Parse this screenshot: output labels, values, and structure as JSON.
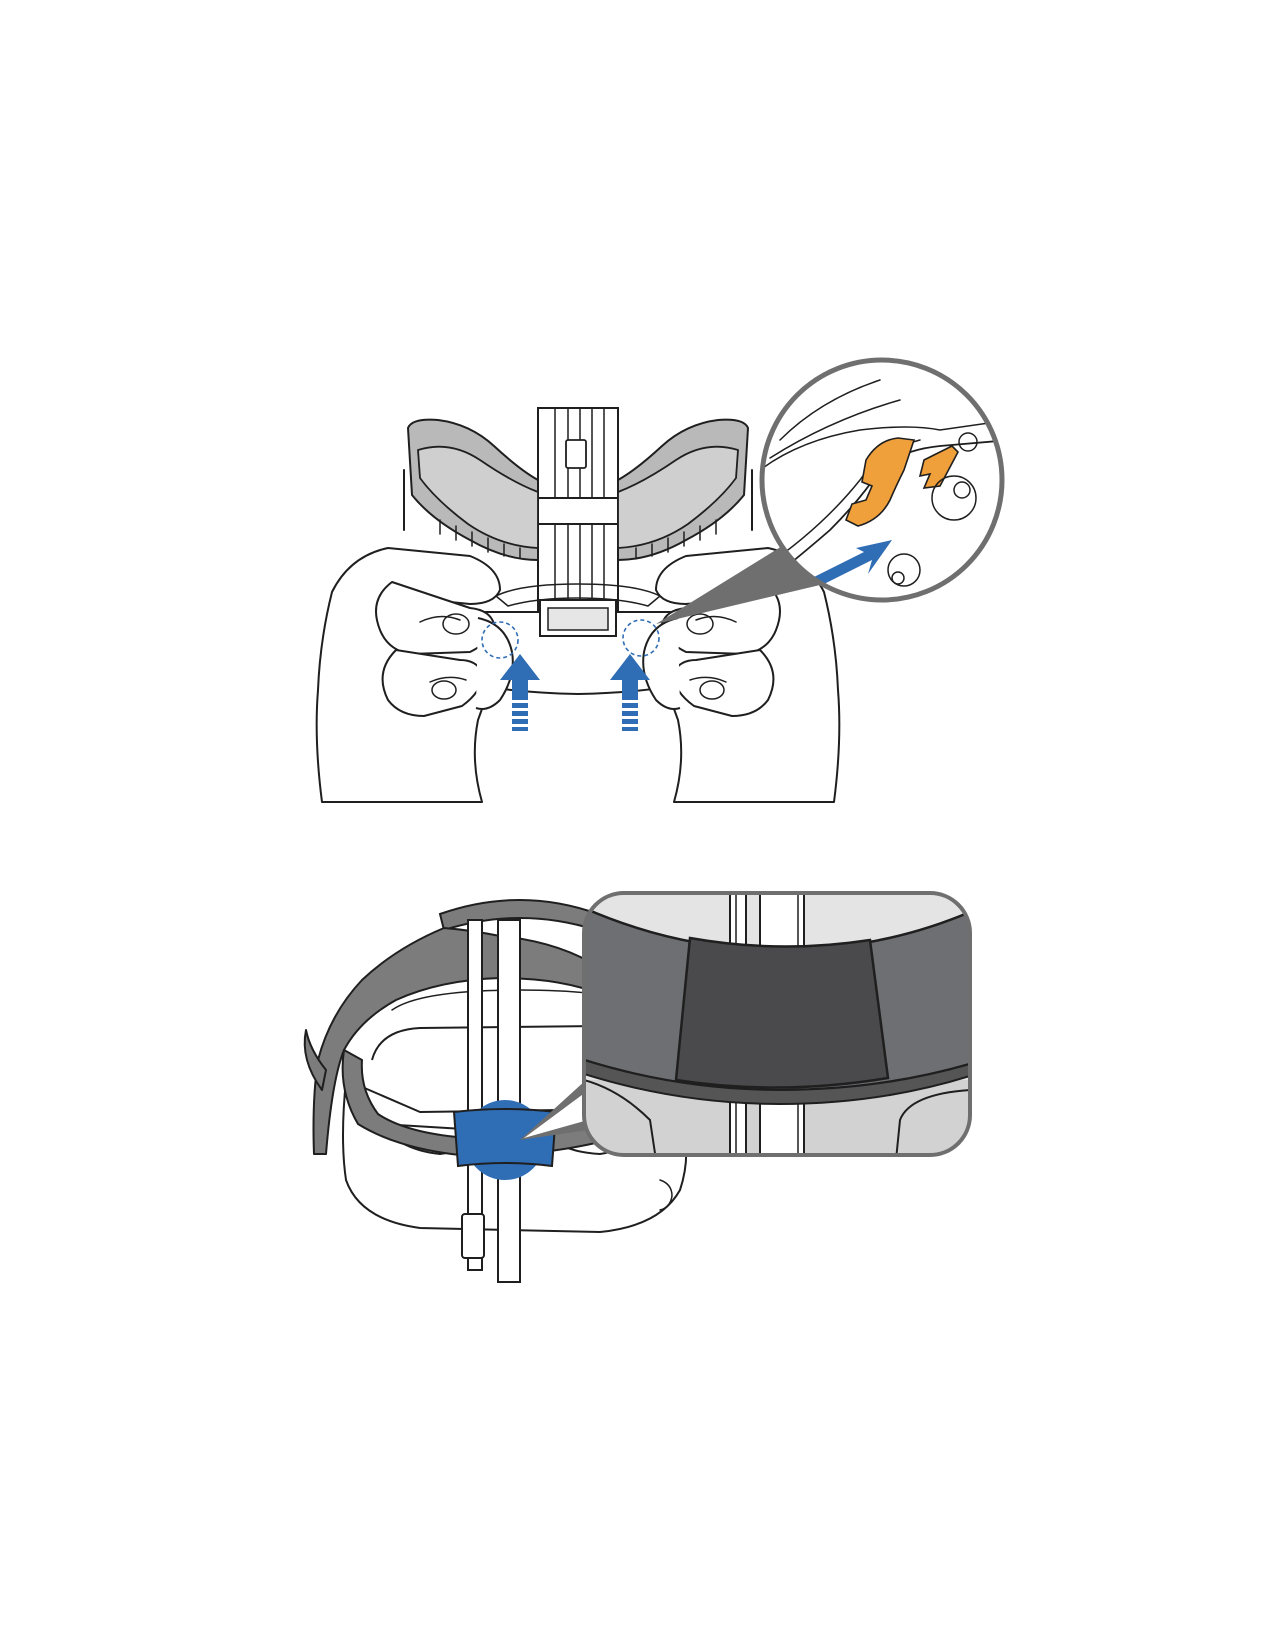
{
  "figure": {
    "steps": [
      {
        "id": "step-release-face-cushion",
        "arrows": [
          "left-upward-arrow",
          "right-upward-arrow"
        ],
        "callout": "circular-zoom-tab"
      },
      {
        "id": "step-strap-clip",
        "callout": "rounded-zoom-strap-clip"
      }
    ],
    "colors": {
      "arrow_blue": "#2f6db5",
      "tab_orange": "#f0a03a",
      "cushion_gray": "#b9b9b9",
      "strap_gray": "#7c7c7c",
      "strap_dark": "#4a4a4c",
      "outline": "#1f1f1f"
    },
    "icons": [
      "upward-arrow-icon",
      "diagonal-arrow-icon",
      "zoom-circle",
      "zoom-rounded-panel"
    ]
  }
}
